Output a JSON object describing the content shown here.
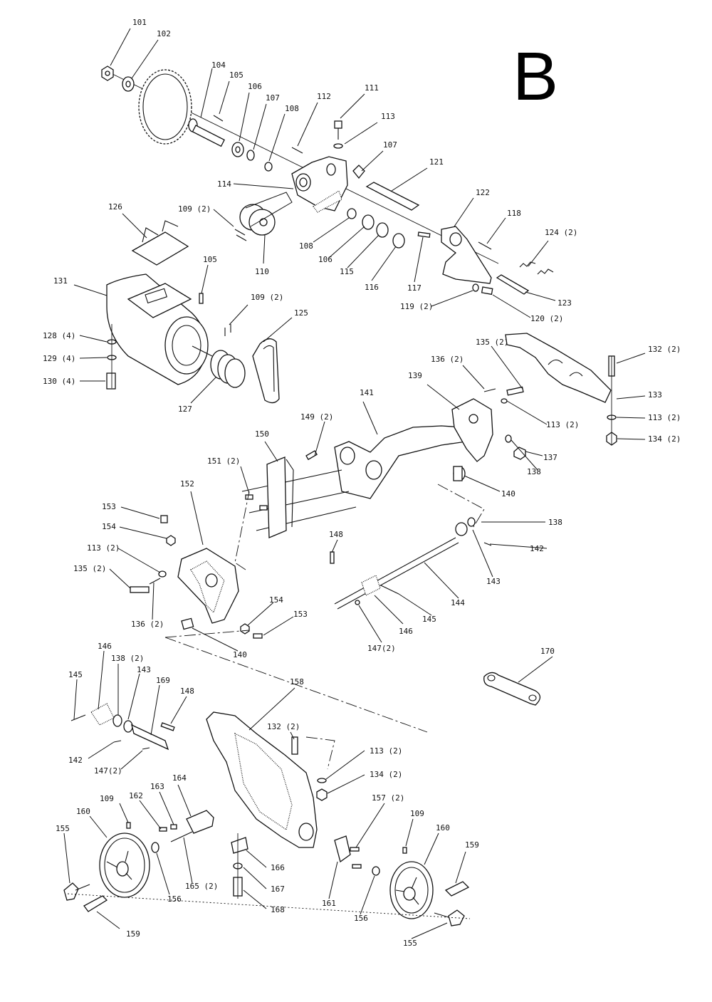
{
  "section_letter": "B",
  "labels": {
    "l101": "101",
    "l102": "102",
    "l104": "104",
    "l105a": "105",
    "l106a": "106",
    "l107a": "107",
    "l108a": "108",
    "l112": "112",
    "l111": "111",
    "l113a": "113",
    "l107b": "107",
    "l121": "121",
    "l114": "114",
    "l109a": "109 (2)",
    "l110": "110",
    "l108b": "108",
    "l106b": "106",
    "l115": "115",
    "l116": "116",
    "l117": "117",
    "l122": "122",
    "l118": "118",
    "l124": "124 (2)",
    "l123": "123",
    "l119": "119 (2)",
    "l120": "120 (2)",
    "l126": "126",
    "l131": "131",
    "l105b": "105",
    "l109b": "109 (2)",
    "l125": "125",
    "l128": "128 (4)",
    "l129": "129 (4)",
    "l130": "130 (4)",
    "l127": "127",
    "l135a": "135 (2)",
    "l136a": "136 (2)",
    "l132a": "132 (2)",
    "l139": "139",
    "l133": "133",
    "l113b": "113 (2)",
    "l113c": "113 (2)",
    "l134a": "134 (2)",
    "l141": "141",
    "l149": "149 (2)",
    "l137": "137",
    "l138a": "138",
    "l150": "150",
    "l151": "151 (2)",
    "l140a": "140",
    "l152": "152",
    "l153a": "153",
    "l138b": "138",
    "l154a": "154",
    "l113d": "113 (2)",
    "l142a": "142",
    "l148a": "148",
    "l135b": "135 (2)",
    "l143a": "143",
    "l144": "144",
    "l136b": "136 (2)",
    "l154b": "154",
    "l145a": "145",
    "l153b": "153",
    "l146a": "146",
    "l147a": "147(2)",
    "l140b": "140",
    "l170": "170",
    "l146b": "146",
    "l138c": "138 (2)",
    "l143b": "143",
    "l169": "169",
    "l145b": "145",
    "l148b": "148",
    "l158": "158",
    "l132b": "132 (2)",
    "l142b": "142",
    "l147b": "147(2)",
    "l113e": "113 (2)",
    "l134b": "134 (2)",
    "l164": "164",
    "l109c": "109",
    "l162": "162",
    "l163": "163",
    "l157": "157 (2)",
    "l109d": "109",
    "l160a": "160",
    "l160b": "160",
    "l155a": "155",
    "l159a": "159",
    "l166": "166",
    "l165": "165 (2)",
    "l156a": "156",
    "l167": "167",
    "l161": "161",
    "l156b": "156",
    "l168": "168",
    "l159b": "159",
    "l155b": "155"
  }
}
